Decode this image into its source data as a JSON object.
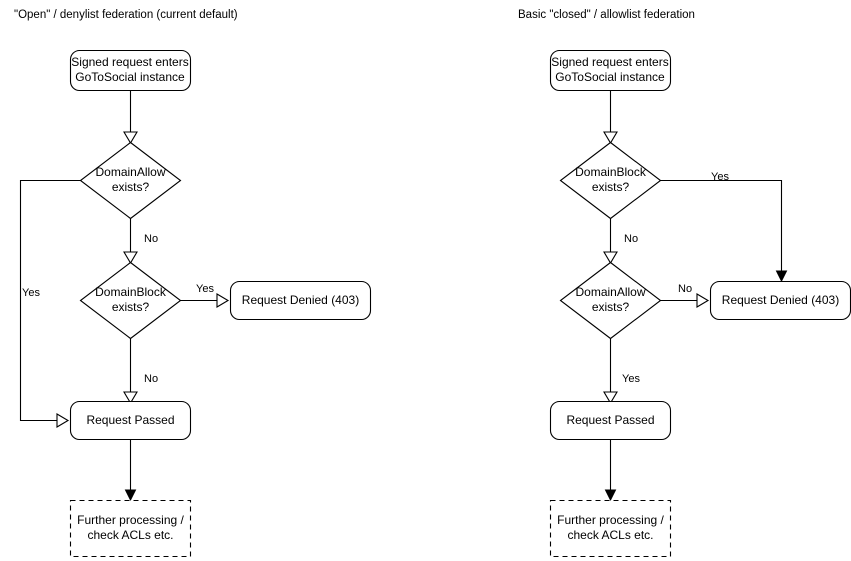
{
  "diagram": {
    "type": "flowchart",
    "background": "#ffffff",
    "stroke_color": "#000000",
    "panels": [
      {
        "id": "left",
        "title": "\"Open\" / denylist federation (current default)",
        "nodes": [
          {
            "id": "start-left",
            "shape": "rounded-rect",
            "label": "Signed request enters\nGoToSocial instance"
          },
          {
            "id": "allow-left",
            "shape": "diamond",
            "label": "DomainAllow\nexists?"
          },
          {
            "id": "block-left",
            "shape": "diamond",
            "label": "DomainBlock\nexists?"
          },
          {
            "id": "denied-left",
            "shape": "rounded-rect",
            "label": "Request Denied (403)"
          },
          {
            "id": "passed-left",
            "shape": "rounded-rect",
            "label": "Request Passed"
          },
          {
            "id": "further-left",
            "shape": "dashed-rect",
            "label": "Further processing /\ncheck ACLs etc."
          }
        ],
        "edges": [
          {
            "from": "start-left",
            "to": "allow-left",
            "label": "",
            "arrow": "open"
          },
          {
            "from": "allow-left",
            "to": "passed-left",
            "label": "Yes",
            "arrow": "open"
          },
          {
            "from": "allow-left",
            "to": "block-left",
            "label": "No",
            "arrow": "open"
          },
          {
            "from": "block-left",
            "to": "denied-left",
            "label": "Yes",
            "arrow": "open"
          },
          {
            "from": "block-left",
            "to": "passed-left",
            "label": "No",
            "arrow": "open"
          },
          {
            "from": "passed-left",
            "to": "further-left",
            "label": "",
            "arrow": "filled"
          }
        ]
      },
      {
        "id": "right",
        "title": "Basic \"closed\" / allowlist federation",
        "nodes": [
          {
            "id": "start-right",
            "shape": "rounded-rect",
            "label": "Signed request enters\nGoToSocial instance"
          },
          {
            "id": "block-right",
            "shape": "diamond",
            "label": "DomainBlock\nexists?"
          },
          {
            "id": "allow-right",
            "shape": "diamond",
            "label": "DomainAllow\nexists?"
          },
          {
            "id": "denied-right",
            "shape": "rounded-rect",
            "label": "Request Denied (403)"
          },
          {
            "id": "passed-right",
            "shape": "rounded-rect",
            "label": "Request Passed"
          },
          {
            "id": "further-right",
            "shape": "dashed-rect",
            "label": "Further processing /\ncheck ACLs etc."
          }
        ],
        "edges": [
          {
            "from": "start-right",
            "to": "block-right",
            "label": "",
            "arrow": "open"
          },
          {
            "from": "block-right",
            "to": "denied-right",
            "label": "Yes",
            "arrow": "filled"
          },
          {
            "from": "block-right",
            "to": "allow-right",
            "label": "No",
            "arrow": "open"
          },
          {
            "from": "allow-right",
            "to": "denied-right",
            "label": "No",
            "arrow": "open"
          },
          {
            "from": "allow-right",
            "to": "passed-right",
            "label": "Yes",
            "arrow": "open"
          },
          {
            "from": "passed-right",
            "to": "further-right",
            "label": "",
            "arrow": "filled"
          }
        ]
      }
    ]
  },
  "labels": {
    "left": {
      "title": "\"Open\" / denylist federation (current default)",
      "start": "Signed request enters\nGoToSocial instance",
      "allow_diamond": "DomainAllow\nexists?",
      "block_diamond": "DomainBlock\nexists?",
      "denied": "Request Denied (403)",
      "passed": "Request Passed",
      "further": "Further processing /\ncheck ACLs etc.",
      "edge_allow_yes": "Yes",
      "edge_allow_no": "No",
      "edge_block_yes": "Yes",
      "edge_block_no": "No"
    },
    "right": {
      "title": "Basic \"closed\" / allowlist federation",
      "start": "Signed request enters\nGoToSocial instance",
      "block_diamond": "DomainBlock\nexists?",
      "allow_diamond": "DomainAllow\nexists?",
      "denied": "Request Denied (403)",
      "passed": "Request Passed",
      "further": "Further processing /\ncheck ACLs etc.",
      "edge_block_yes": "Yes",
      "edge_block_no": "No",
      "edge_allow_no": "No",
      "edge_allow_yes": "Yes"
    }
  }
}
